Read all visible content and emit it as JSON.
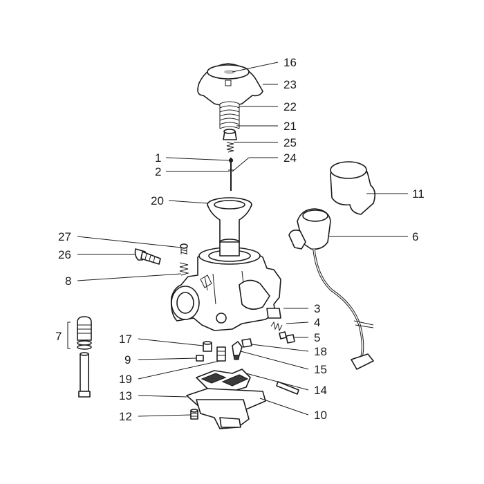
{
  "diagram": {
    "callouts": [
      {
        "id": "c16",
        "text": "16"
      },
      {
        "id": "c23",
        "text": "23"
      },
      {
        "id": "c22",
        "text": "22"
      },
      {
        "id": "c21",
        "text": "21"
      },
      {
        "id": "c25",
        "text": "25"
      },
      {
        "id": "c1",
        "text": "1"
      },
      {
        "id": "c24",
        "text": "24"
      },
      {
        "id": "c2",
        "text": "2"
      },
      {
        "id": "c11",
        "text": "11"
      },
      {
        "id": "c20",
        "text": "20"
      },
      {
        "id": "c6",
        "text": "6"
      },
      {
        "id": "c27",
        "text": "27"
      },
      {
        "id": "c26",
        "text": "26"
      },
      {
        "id": "c8",
        "text": "8"
      },
      {
        "id": "c3",
        "text": "3"
      },
      {
        "id": "c4",
        "text": "4"
      },
      {
        "id": "c7",
        "text": "7"
      },
      {
        "id": "c5",
        "text": "5"
      },
      {
        "id": "c17",
        "text": "17"
      },
      {
        "id": "c18",
        "text": "18"
      },
      {
        "id": "c9",
        "text": "9"
      },
      {
        "id": "c15",
        "text": "15"
      },
      {
        "id": "c19",
        "text": "19"
      },
      {
        "id": "c14",
        "text": "14"
      },
      {
        "id": "c13",
        "text": "13"
      },
      {
        "id": "c10",
        "text": "10"
      },
      {
        "id": "c12",
        "text": "12"
      }
    ]
  }
}
